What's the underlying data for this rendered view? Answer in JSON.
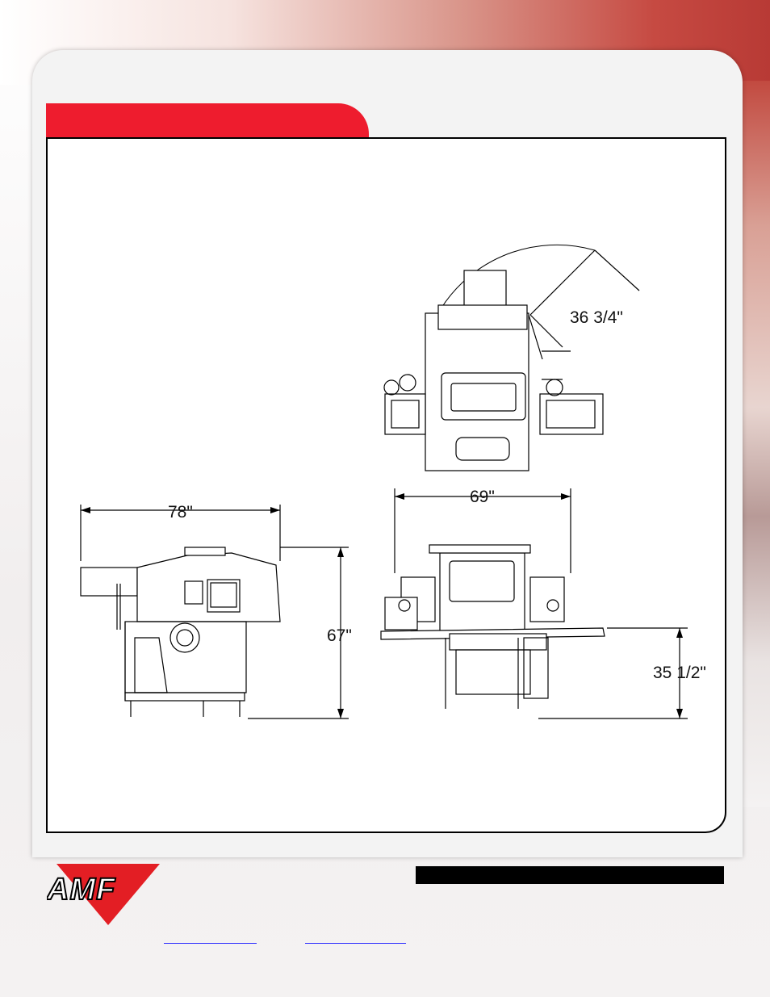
{
  "logo": {
    "text": "AMF"
  },
  "dimensions": {
    "arc": "36 3/4\"",
    "top_width": "78\"",
    "height": "67\"",
    "front_width": "69\"",
    "conveyor_height": "35 1/2\""
  },
  "colors": {
    "accent_red": "#ee1c2e",
    "logo_red": "#e31e24"
  }
}
